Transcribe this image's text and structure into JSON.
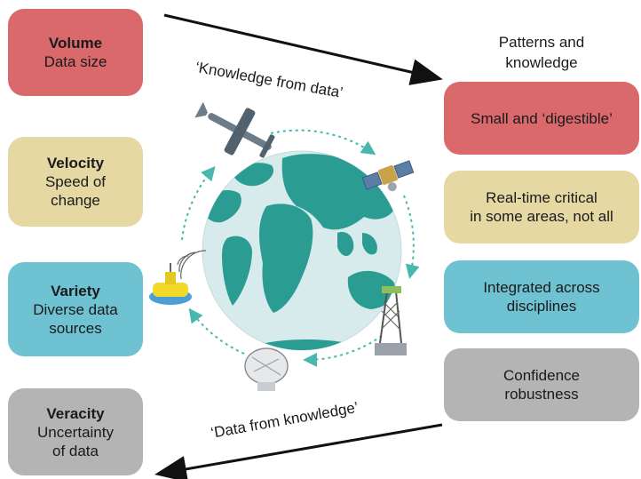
{
  "left_boxes": {
    "volume": {
      "title": "Volume",
      "line1": "Data size",
      "line2": ""
    },
    "velocity": {
      "title": "Velocity",
      "line1": "Speed of",
      "line2": "change"
    },
    "variety": {
      "title": "Variety",
      "line1": "Diverse data",
      "line2": "sources"
    },
    "veracity": {
      "title": "Veracity",
      "line1": "Uncertainty",
      "line2": "of data"
    }
  },
  "right": {
    "title_line1": "Patterns and",
    "title_line2": "knowledge",
    "boxes": {
      "small": {
        "line1": "Small and ‘digestible’",
        "line2": ""
      },
      "realtime": {
        "line1": "Real-time critical",
        "line2": "in some areas, not all"
      },
      "integrated": {
        "line1": "Integrated across",
        "line2": "disciplines"
      },
      "confidence": {
        "line1": "Confidence",
        "line2": "robustness"
      }
    }
  },
  "arrows": {
    "top_label": "‘Knowledge from data’",
    "bottom_label": "‘Data from knowledge’"
  },
  "colors": {
    "red": "#d9696b",
    "sand": "#e5d8a3",
    "cyan": "#6fc2d2",
    "grey": "#b4b4b4",
    "ocean": "#d7ebec",
    "land": "#2a9c92",
    "cycle": "#48b7ad"
  },
  "icons": [
    "drone-icon",
    "satellite-icon",
    "weather-tower-icon",
    "radar-dish-icon",
    "buoy-icon",
    "globe-icon"
  ]
}
